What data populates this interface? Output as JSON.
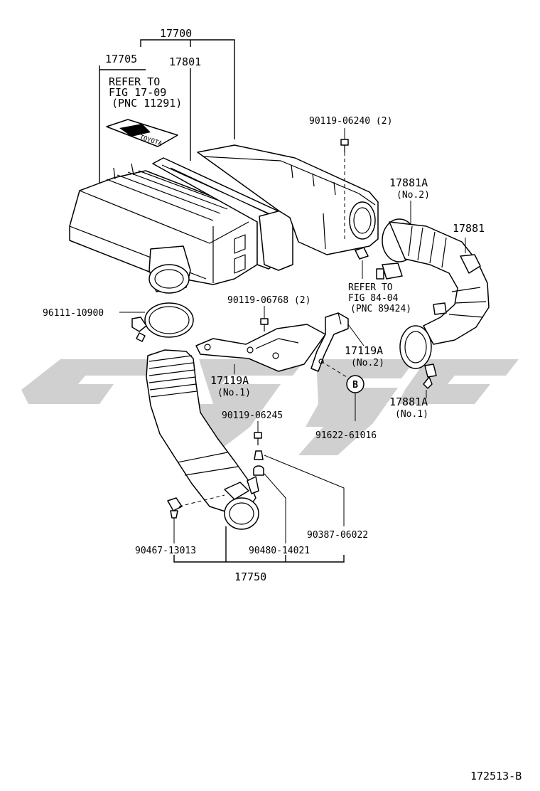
{
  "labels": {
    "assembly": "17700",
    "cover": "17705",
    "element": "17801",
    "refer1_l1": "REFER TO",
    "refer1_l2": "FIG 17-09",
    "refer1_l3": "(PNC 11291)",
    "bolt1": "90119-06240 (2)",
    "hose2": "17881A",
    "hose2_sub": "(No.2)",
    "hose": "17881",
    "refer2_l1": "REFER TO",
    "refer2_l2": "FIG 84-04",
    "refer2_l3": "(PNC 89424)",
    "bolt2": "90119-06768 (2)",
    "clamp": "96111-10900",
    "bracket2": "17119A",
    "bracket2_sub": "(No.2)",
    "bracket1": "17119A",
    "bracket1_sub": "(No.1)",
    "callout_b": "B",
    "hose1": "17881A",
    "hose1_sub": "(No.1)",
    "bolt3": "90119-06245",
    "nut": "91622-61016",
    "clip": "90467-13013",
    "grommet": "90480-14021",
    "collar": "90387-06022",
    "inlet": "17750",
    "figure_id": "172513-B"
  },
  "label_plate": "TOYOTA"
}
